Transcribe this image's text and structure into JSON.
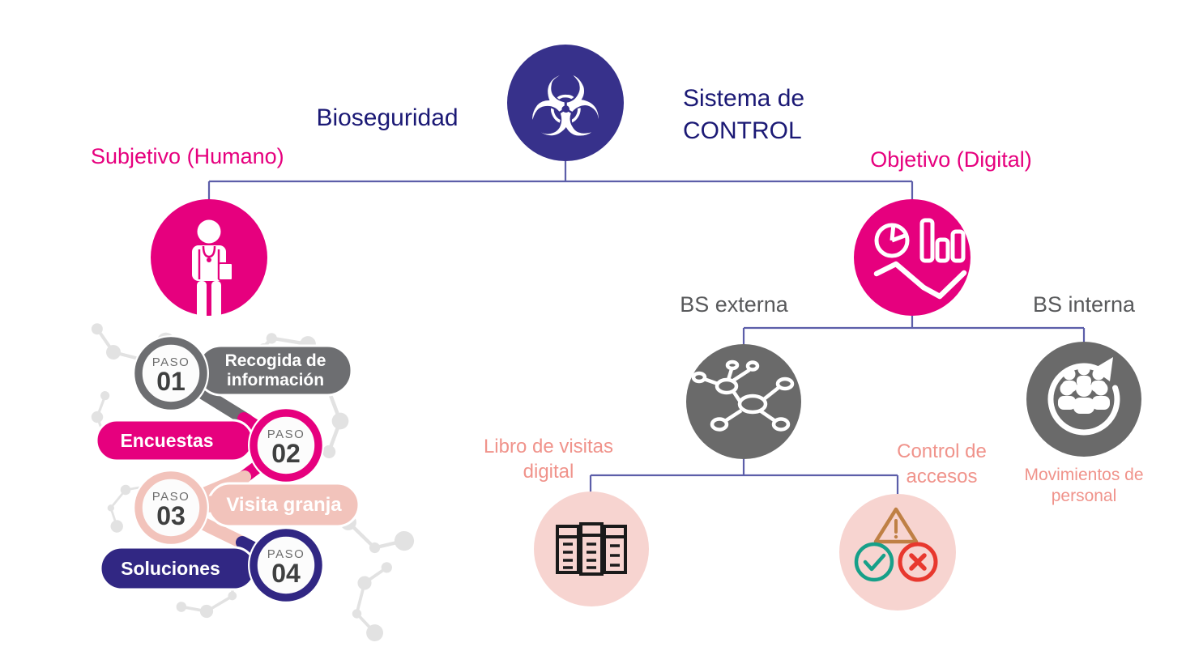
{
  "header": {
    "title_left": "Bioseguridad",
    "title_right_line1": "Sistema de",
    "title_right_line2": "CONTROL"
  },
  "left_branch": {
    "label": "Subjetivo (Humano)",
    "steps": [
      {
        "tag": "PASO",
        "num": "01",
        "label": "Recogida de información"
      },
      {
        "tag": "PASO",
        "num": "02",
        "label": "Encuestas"
      },
      {
        "tag": "PASO",
        "num": "03",
        "label": "Visita granja"
      },
      {
        "tag": "PASO",
        "num": "04",
        "label": "Soluciones"
      }
    ]
  },
  "right_branch": {
    "label": "Objetivo (Digital)",
    "external": {
      "label": "BS externa",
      "children": [
        {
          "label": "Libro de visitas digital"
        },
        {
          "label": "Control de accesos"
        }
      ]
    },
    "internal": {
      "label": "BS interna",
      "caption": "Movimientos de personal"
    }
  },
  "icons": {
    "biohazard_glyph": "☣"
  },
  "colors": {
    "root_circle_navy": "#37318b",
    "title_navy": "#1b1975",
    "pink": "#e6007e",
    "pale_pink_circle": "#f7d4d0",
    "pale_pink_step": "#f2c3bb",
    "salmon_text": "#f0938b",
    "gray_circle": "#6a6a6a",
    "gray_step": "#6d6e71",
    "navy_step": "#312783",
    "connector": "#5c5ea9",
    "warning_orange": "#bf8045",
    "check_green": "#17a089",
    "cross_red": "#e8382e",
    "label_gray": "#58595b"
  }
}
